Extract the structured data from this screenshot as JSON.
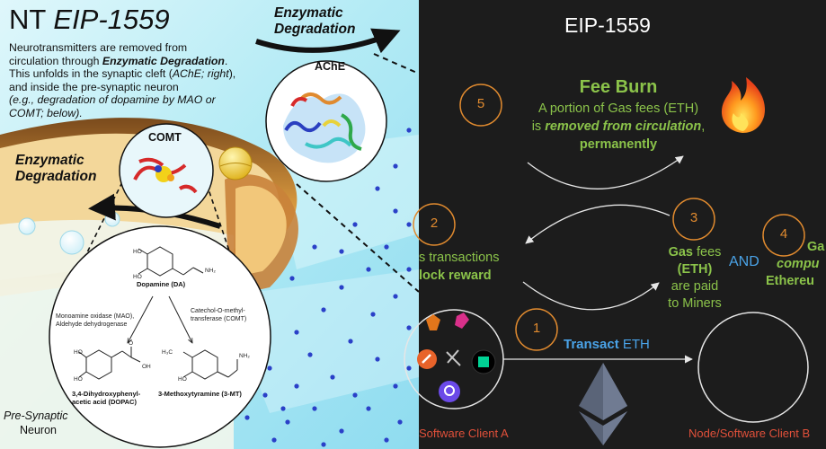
{
  "left_panel": {
    "title_prefix": "NT",
    "title_suffix": "EIP-1559",
    "intro": {
      "line1": "Neurotransmitters are removed from",
      "line2a": "circulation through ",
      "line2b": "Enzymatic Degradation",
      "line2c": ".",
      "line3": "This unfolds in the synaptic cleft (",
      "line3i": "AChE; right",
      "line3e": "),",
      "line4": "and inside the pre-synaptic neuron",
      "line5": "(e.g., degradation of dopamine by MAO or",
      "line6": "COMT; below)."
    },
    "enzymatic_degradation_top": [
      "Enzymatic",
      "Degradation"
    ],
    "enzymatic_degradation_left": [
      "Enzymatic",
      "Degradation"
    ],
    "ache_label": "AChE",
    "comt_label": "COMT",
    "dopamine_label": "Dopamine (DA)",
    "mao_label": [
      "Monoamine oxidase (MAO),",
      "Aldehyde dehydrogenase"
    ],
    "comt_enzyme_label": [
      "Catechol-O-methyl-",
      "transferase (COMT)"
    ],
    "dopac_label": [
      "3,4-Dihydroxyphenyl-",
      "acetic acid (DOPAC)"
    ],
    "mt3_label": "3-Methoxytyramine (3-MT)",
    "pre_synaptic": [
      "Pre-Synaptic",
      "Neuron"
    ],
    "colors": {
      "cyan_bg": "#b8ecf5",
      "membrane": "#c98a3a",
      "vesicle_dot": "#2a40c8"
    }
  },
  "right_panel": {
    "title": "EIP-1559",
    "step1": "1",
    "step2": "2",
    "step3": "3",
    "step4": "4",
    "step5": "5",
    "fee_burn_title": "Fee Burn",
    "fee_burn_line1": "A portion of Gas fees (ETH)",
    "fee_burn_line2a": "is ",
    "fee_burn_line2b": "removed from circulation",
    "fee_burn_line2c": ",",
    "fee_burn_line3": "permanently",
    "step2_line1": "s transactions",
    "step2_line2": "lock reward",
    "step3_gas": "Gas",
    "step3_fees": " fees",
    "step3_eth": "(ETH)",
    "step3_paid": "are paid",
    "step3_miners": "to Miners",
    "and_label": "AND",
    "step4_line1": "Ga",
    "step4_line2": "compu",
    "step4_line3": "Ethereu",
    "transact_bold": "Transact",
    "transact_rest": " ETH",
    "client_a": "Software Client A",
    "client_b": "Node/Software Client B",
    "fire_icon": "fire-icon",
    "eth_icon": "ethereum-logo-icon",
    "colors": {
      "bg": "#1c1c1c",
      "green": "#8bc34a",
      "orange": "#e08a2f",
      "blue": "#4aa3e8",
      "red": "#e0503a"
    }
  }
}
